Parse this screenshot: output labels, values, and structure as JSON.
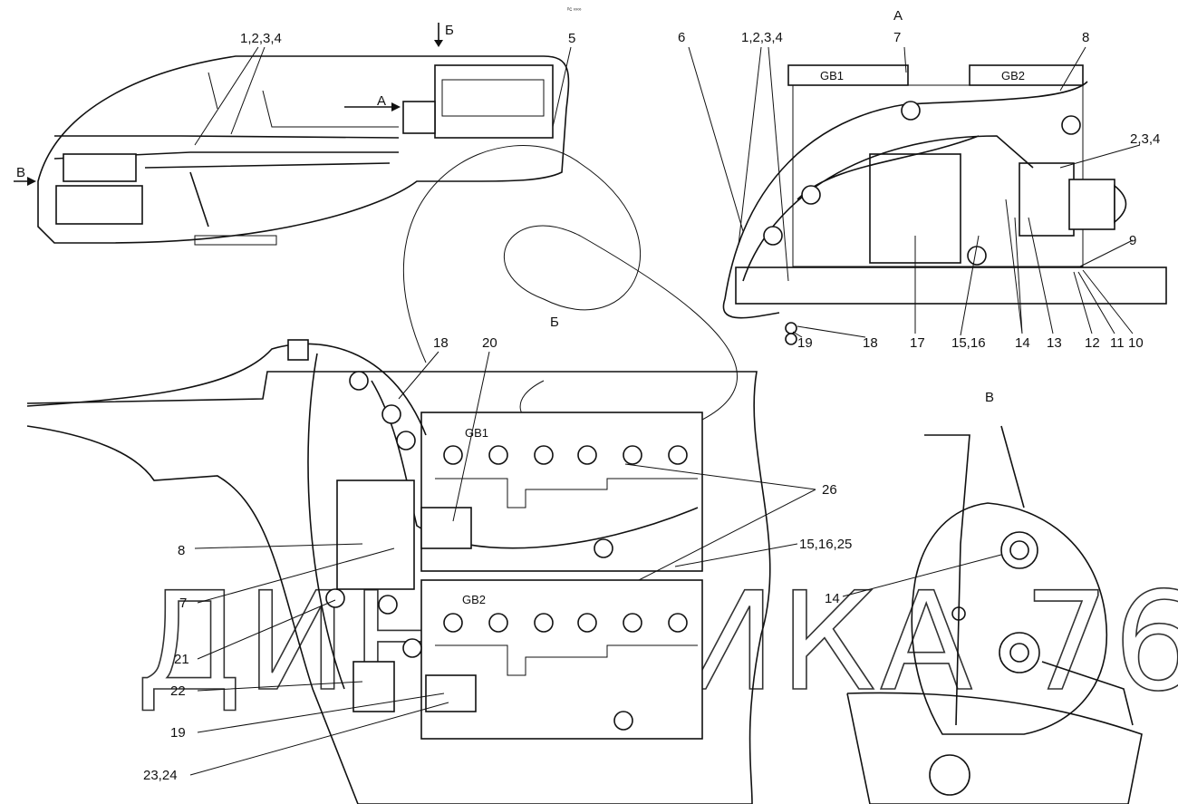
{
  "header_mark": "ᵖc ∞∞",
  "watermark": "ДИНАМИКА 76",
  "view_main": {
    "labels": {
      "parts_1234": "1,2,3,4",
      "arrow_b": "Б",
      "part_5": "5",
      "view_a": "A",
      "arrow_v": "B"
    }
  },
  "view_a": {
    "title": "A",
    "labels": {
      "p7": "7",
      "p6": "6",
      "p1234": "1,2,3,4",
      "p8": "8",
      "gb1": "GB1",
      "gb2": "GB2",
      "p234": "2,3,4",
      "p9": "9",
      "p19": "19",
      "p18": "18",
      "p17": "17",
      "p1516": "15,16",
      "p14": "14",
      "p13": "13",
      "p12": "12",
      "p11": "11",
      "p10": "10"
    }
  },
  "view_b": {
    "title": "Б",
    "labels": {
      "p18": "18",
      "p20": "20",
      "gb1": "GB1",
      "gb2": "GB2",
      "p26": "26",
      "p8": "8",
      "p151625": "15,16,25",
      "p7": "7",
      "p21": "21",
      "p22": "22",
      "p19": "19",
      "p2324": "23,24"
    }
  },
  "view_v": {
    "title": "В",
    "labels": {
      "p14": "14"
    }
  }
}
